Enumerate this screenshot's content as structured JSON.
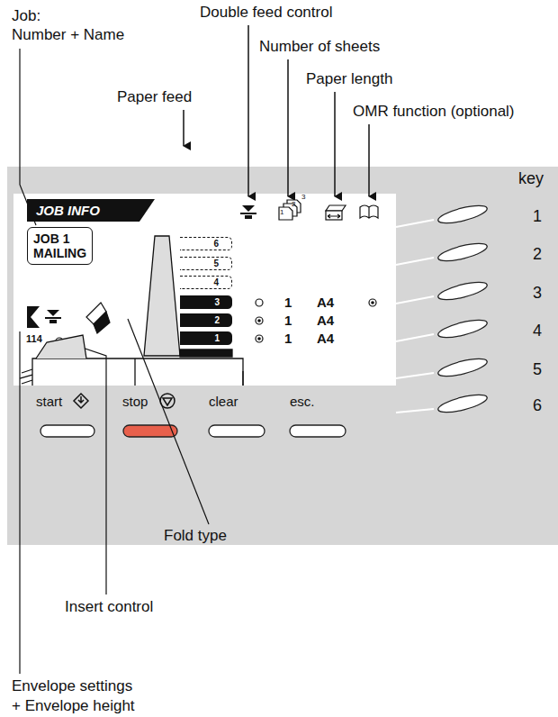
{
  "diagram": {
    "nodes": [
      {
        "text": [
          "JOB INFO"
        ]
      },
      {
        "text": [
          "JOB 1",
          "MAILING"
        ]
      },
      {
        "text": [
          "6"
        ]
      },
      {
        "text": [
          "5"
        ]
      },
      {
        "text": [
          "4"
        ]
      },
      {
        "text": [
          "3"
        ]
      },
      {
        "text": [
          "2"
        ]
      },
      {
        "text": [
          "1"
        ]
      }
    ],
    "labels": [
      "Job:",
      "Number + Name",
      "Double feed control",
      "Number of sheets",
      "Paper length",
      "OMR function (optional)",
      "Paper feed",
      "key",
      "1",
      "2",
      "3",
      "4",
      "5",
      "6",
      "114",
      "1",
      "A4",
      "1",
      "A4",
      "1",
      "A4",
      "start",
      "stop",
      "clear",
      "esc.",
      "Fold type",
      "Insert control",
      "Envelope settings",
      "+ Envelope height",
      "1",
      "2",
      "3"
    ]
  }
}
